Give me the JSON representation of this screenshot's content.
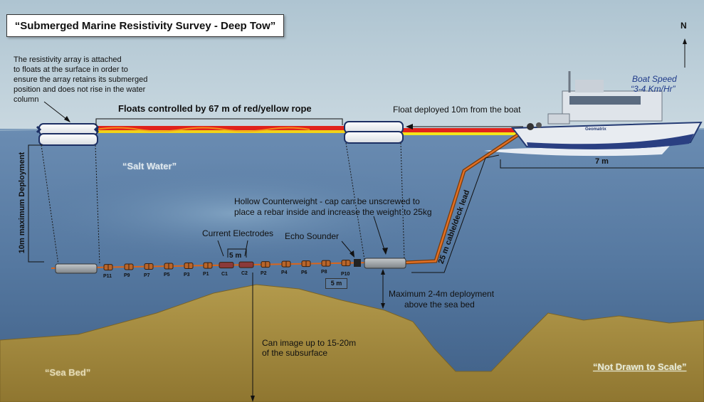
{
  "title": "“Submerged Marine Resistivity Survey - Deep Tow”",
  "north": "N",
  "boat_speed_label": "Boat Speed",
  "boat_speed_value": "“3-4 Km/Hr”",
  "float_note": [
    "The resistivity array is attached",
    "to floats at the surface in order to",
    "ensure the array retains its submerged",
    "position and does not rise in the water",
    "column"
  ],
  "rope_label": "Floats controlled by 67 m of red/yellow rope",
  "float_deployed": "Float deployed 10m from the boat",
  "boat_length": "7 m",
  "salt_water": "“Salt Water”",
  "max_deployment": "10m maximum Deployment",
  "counterweight_note": [
    "Hollow Counterweight - cap can be unscrewed to",
    "place a rebar inside and increase the weight to 25kg"
  ],
  "current_electrodes": "Current Electrodes",
  "echo_sounder": "Echo Sounder",
  "spacing_top": "5 m",
  "spacing_bottom": "5 m",
  "cable_label": "25 m cable/deck lead",
  "seabed_deploy": [
    "Maximum 2-4m deployment",
    "above the sea bed"
  ],
  "image_depth": [
    "Can image up to 15-20m",
    "of the subsurface"
  ],
  "sea_bed": "“Sea Bed”",
  "not_to_scale": "“Not Drawn to Scale”",
  "boat_brand": "Geomatrix",
  "electrodes": [
    "P11",
    "P9",
    "P7",
    "P5",
    "P3",
    "P1",
    "C1",
    "C2",
    "P2",
    "P4",
    "P6",
    "P8",
    "P10"
  ],
  "colors": {
    "sky": "#b7cbd6",
    "water": "#5c7fa6",
    "seabed": "#a48a3e",
    "rope_red": "#e0221b",
    "rope_yellow": "#f2e51a",
    "cable": "#d9651b"
  }
}
